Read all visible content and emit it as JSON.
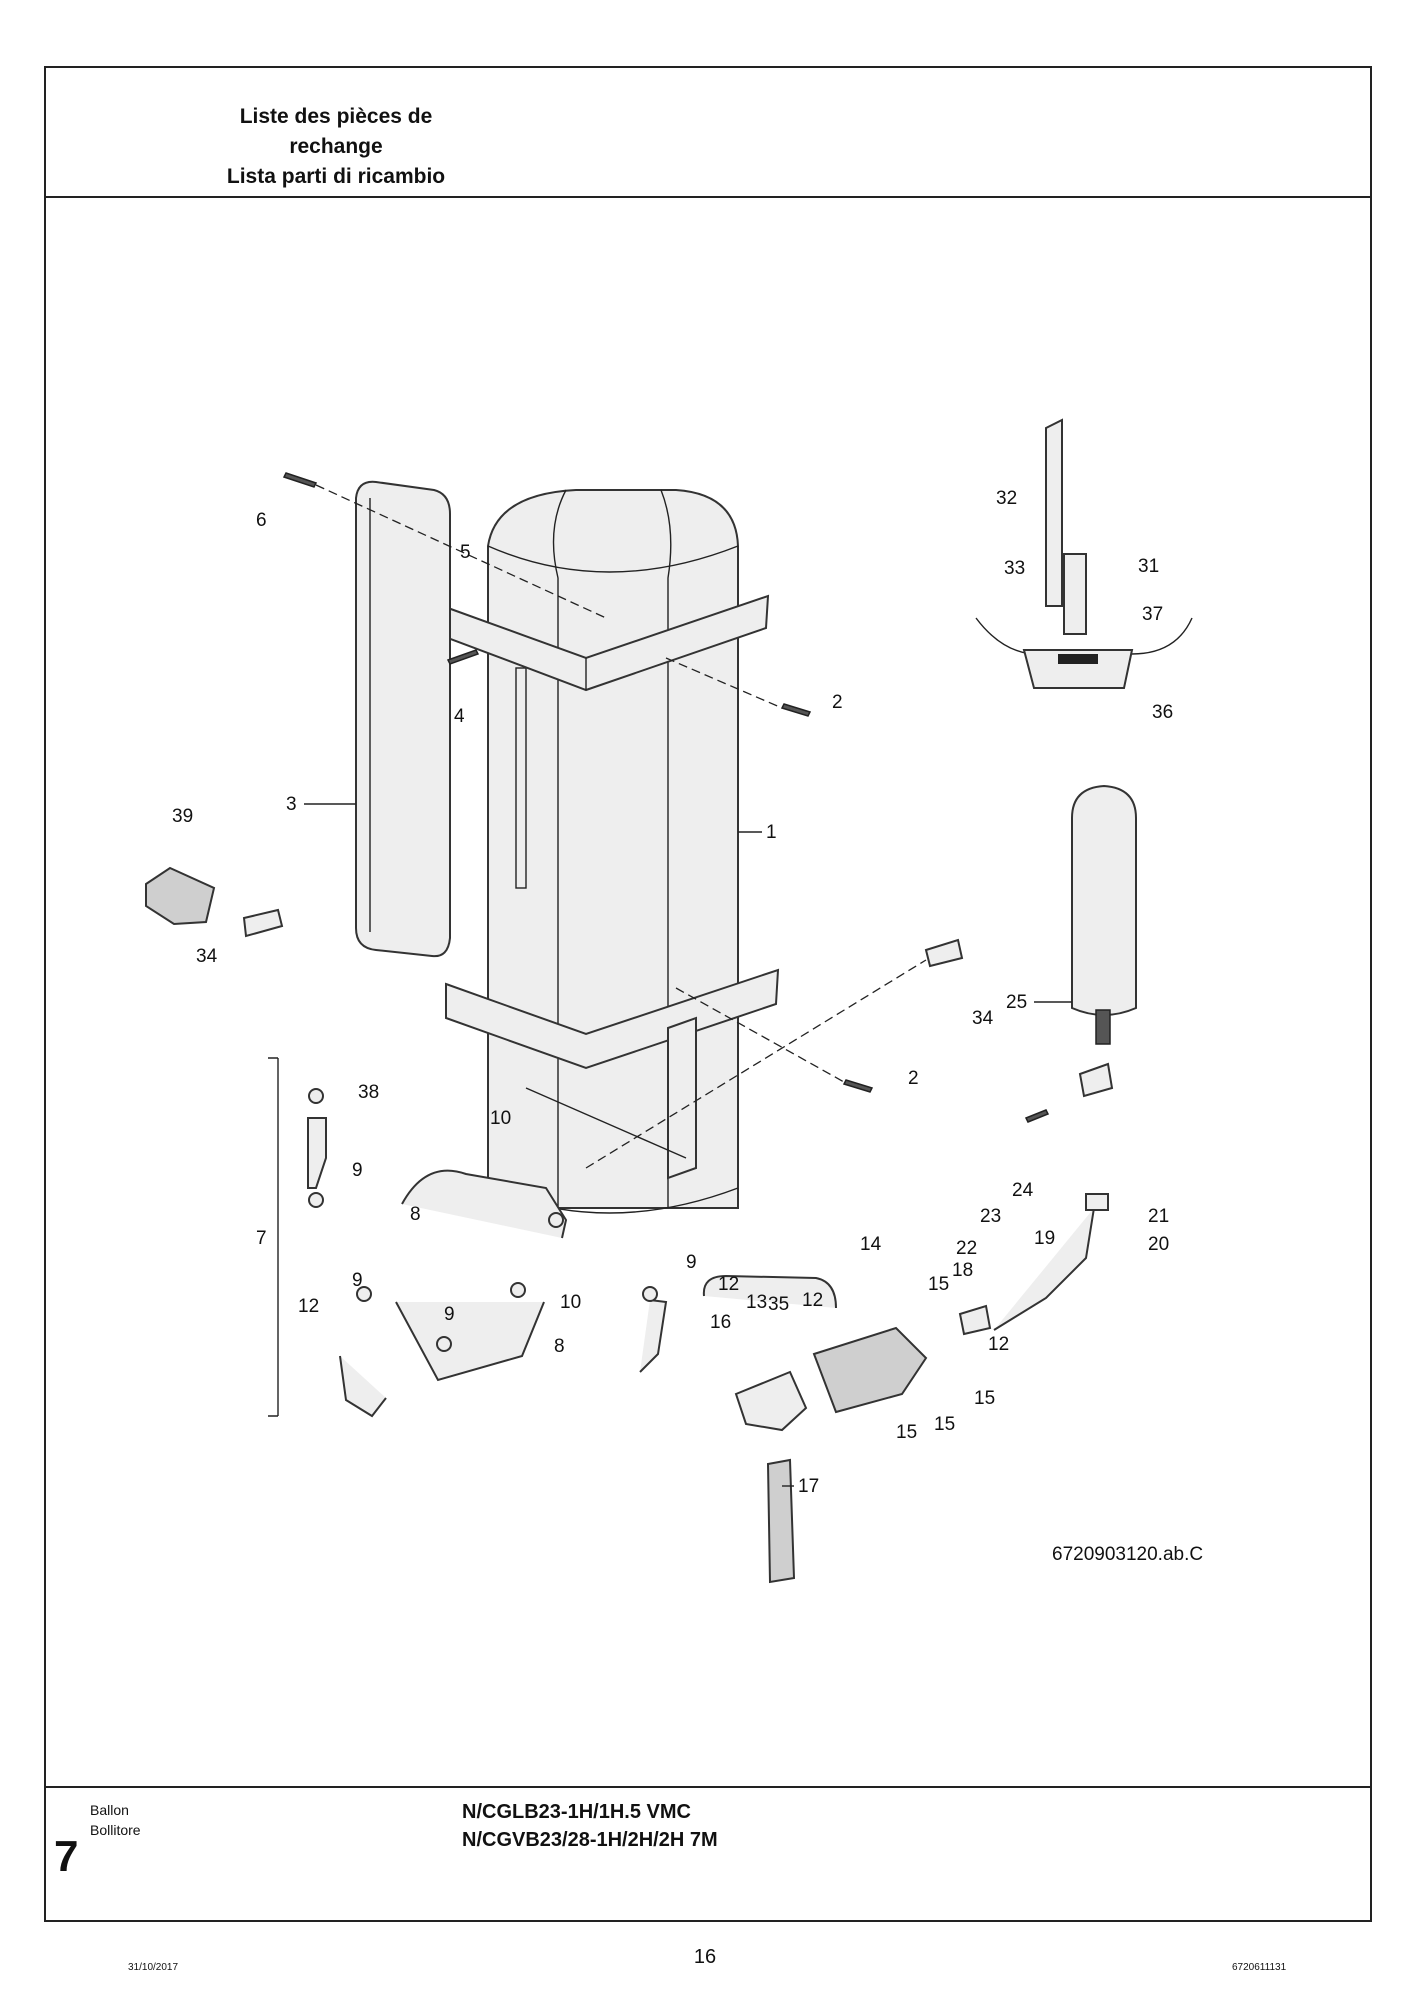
{
  "header": {
    "title_fr": "Liste des pièces de rechange",
    "title_it": "Lista parti di ricambio"
  },
  "diagram": {
    "reference": "6720903120.ab.C",
    "callouts": {
      "n1": "1",
      "n2a": "2",
      "n2b": "2",
      "n3": "3",
      "n4": "4",
      "n5": "5",
      "n6": "6",
      "n7": "7",
      "n8a": "8",
      "n8b": "8",
      "n9a": "9",
      "n9b": "9",
      "n9c": "9",
      "n9d": "9",
      "n10a": "10",
      "n10b": "10",
      "n12a": "12",
      "n12b": "12",
      "n12c": "12",
      "n12d": "12",
      "n13": "13",
      "n14": "14",
      "n15a": "15",
      "n15b": "15",
      "n15c": "15",
      "n15d": "15",
      "n16": "16",
      "n17": "17",
      "n18": "18",
      "n19": "19",
      "n20": "20",
      "n21": "21",
      "n22": "22",
      "n23": "23",
      "n24": "24",
      "n25": "25",
      "n31": "31",
      "n32": "32",
      "n33": "33",
      "n34a": "34",
      "n34b": "34",
      "n35": "35",
      "n36": "36",
      "n37": "37",
      "n38": "38",
      "n39": "39"
    }
  },
  "footer": {
    "section_fr": "Ballon",
    "section_it": "Bollitore",
    "section_number": "7",
    "model_line1": "N/CGLB23-1H/1H.5 VMC",
    "model_line2": "N/CGVB23/28-1H/2H/2H 7M",
    "page_number": "16",
    "date": "31/10/2017",
    "document_number": "6720611131"
  }
}
